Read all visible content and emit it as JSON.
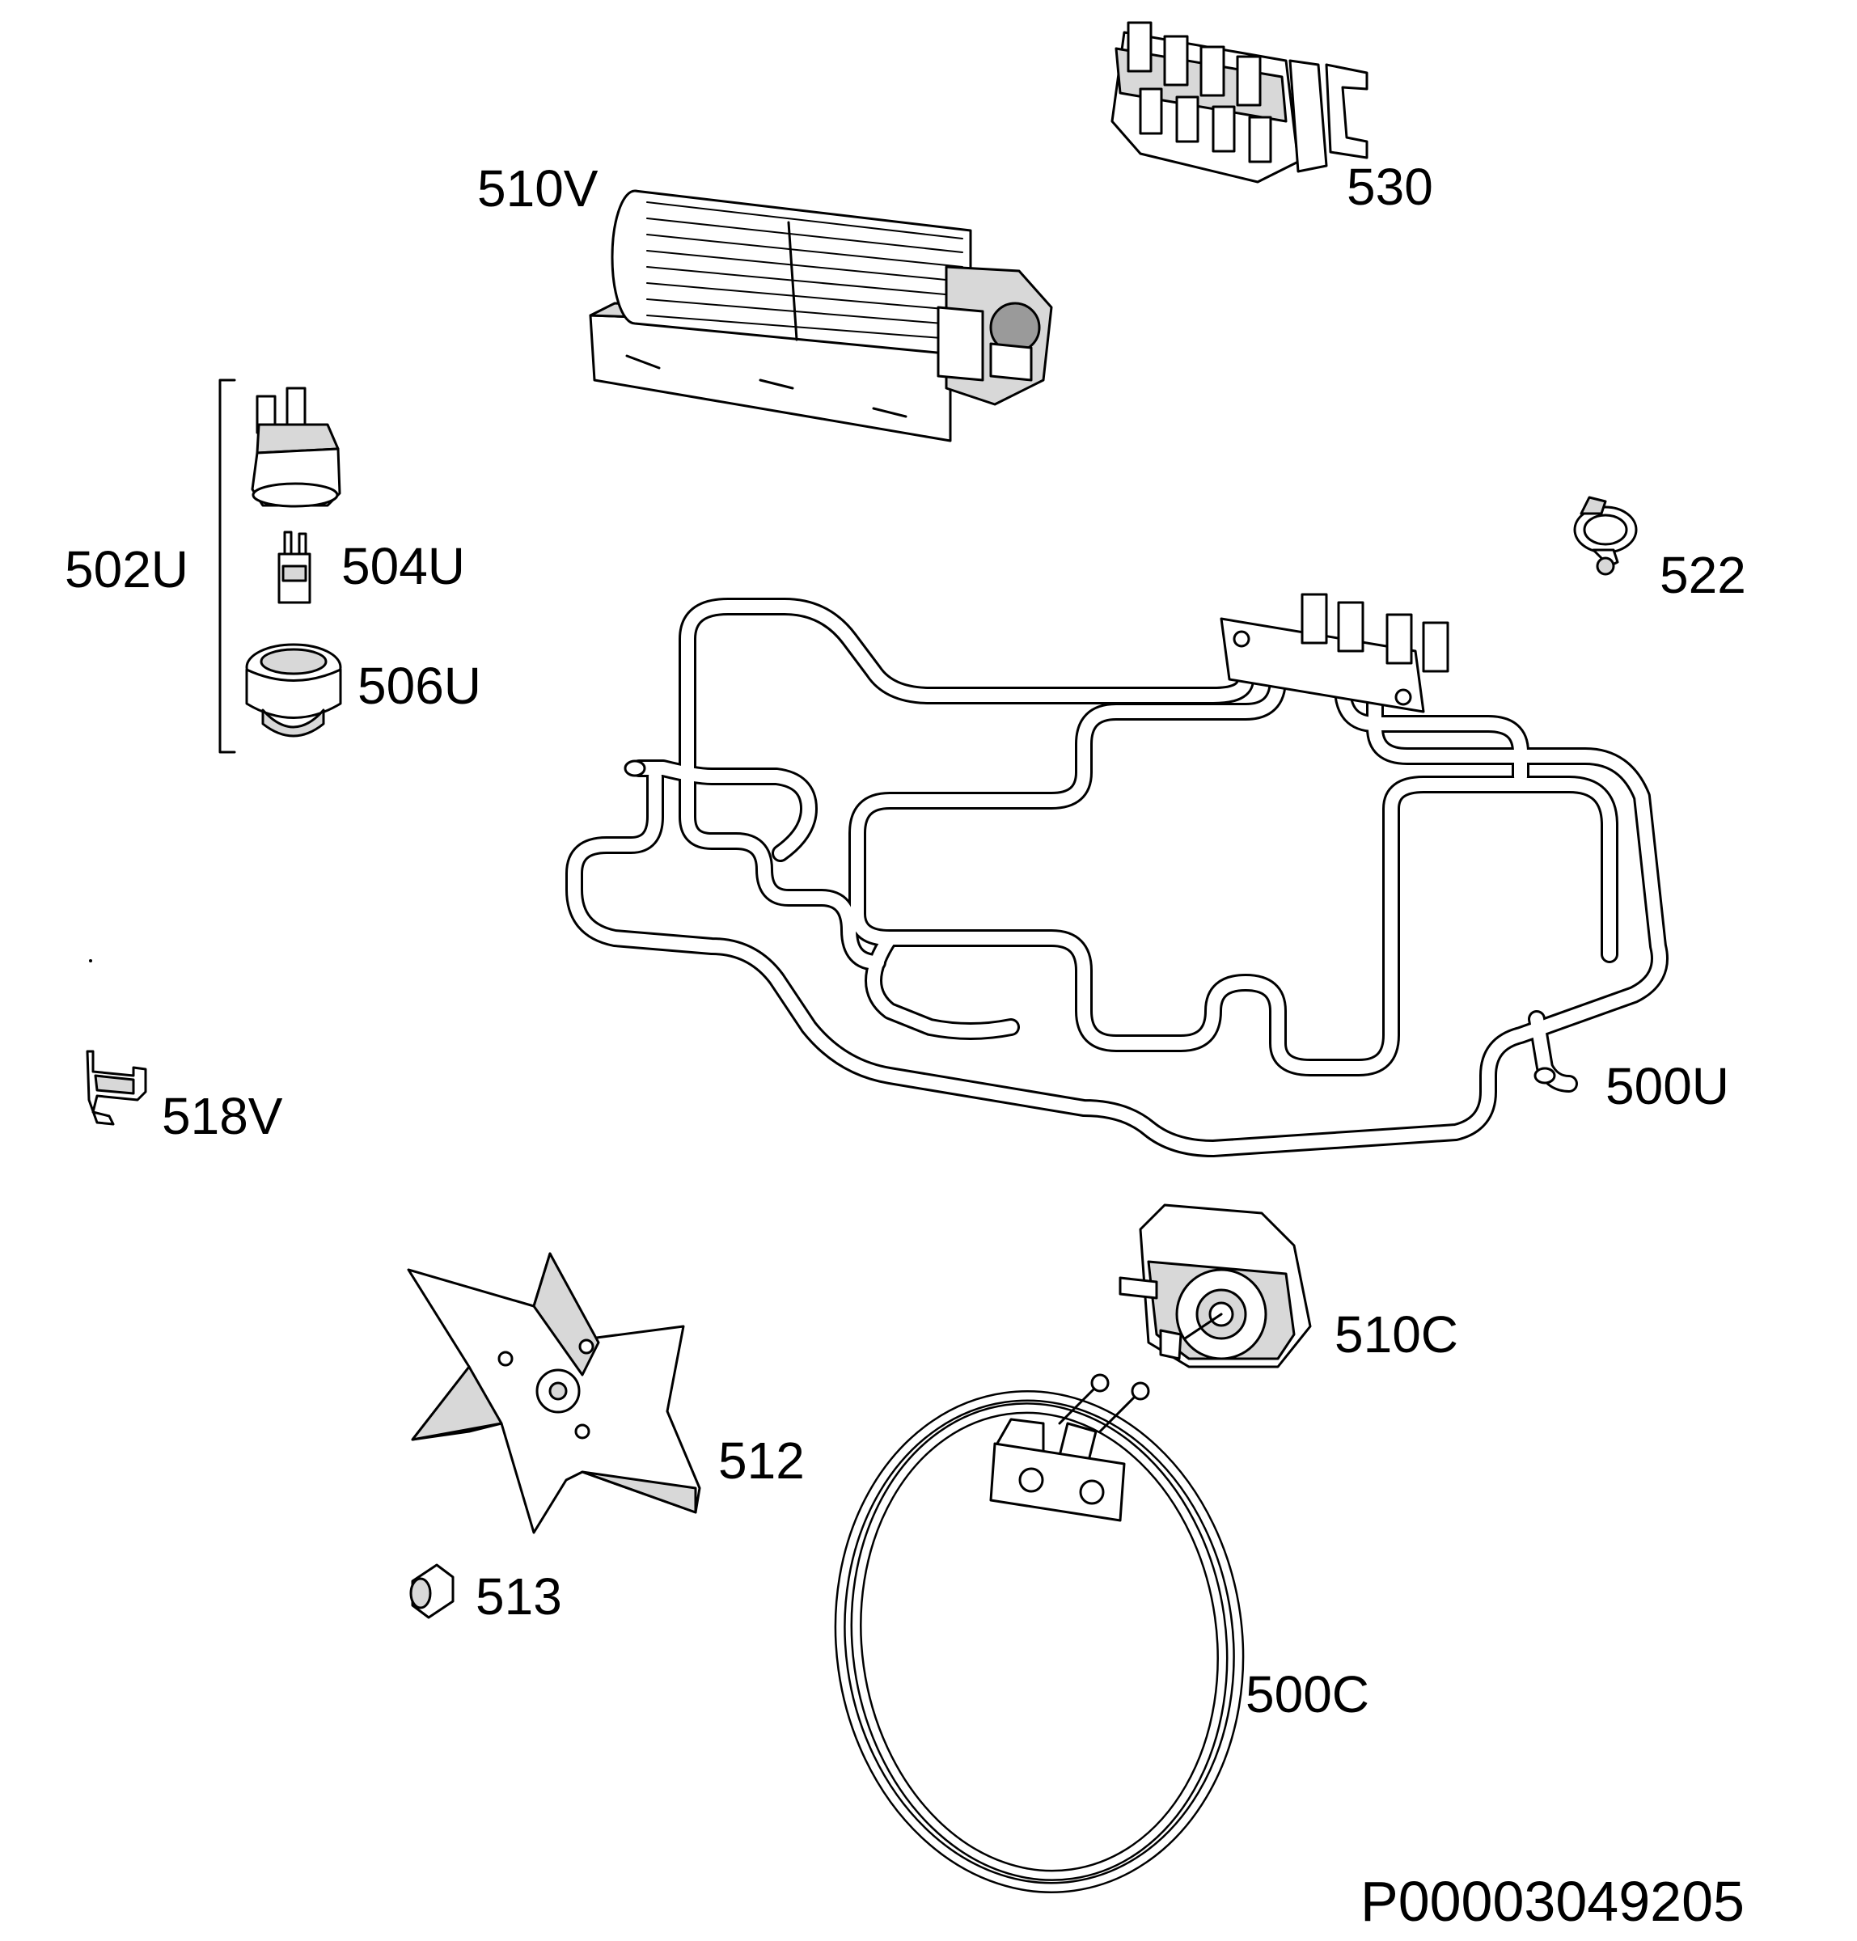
{
  "document_number": "P00003049205",
  "parts": [
    {
      "id": "part-510V",
      "label": "510V"
    },
    {
      "id": "part-530",
      "label": "530"
    },
    {
      "id": "part-502U",
      "label": "502U"
    },
    {
      "id": "part-504U",
      "label": "504U"
    },
    {
      "id": "part-506U",
      "label": "506U"
    },
    {
      "id": "part-522",
      "label": "522"
    },
    {
      "id": "part-500U",
      "label": "500U"
    },
    {
      "id": "part-518V",
      "label": "518V"
    },
    {
      "id": "part-510C",
      "label": "510C"
    },
    {
      "id": "part-512",
      "label": "512"
    },
    {
      "id": "part-513",
      "label": "513"
    },
    {
      "id": "part-500C",
      "label": "500C"
    }
  ]
}
